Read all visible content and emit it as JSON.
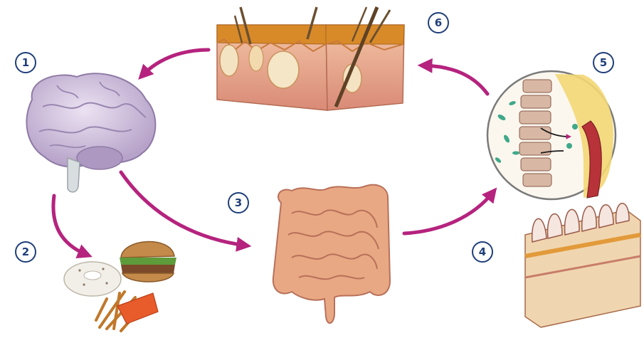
{
  "steps": [
    {
      "number": "1",
      "subject": "brain"
    },
    {
      "number": "2",
      "subject": "junk-food"
    },
    {
      "number": "3",
      "subject": "intestines"
    },
    {
      "number": "4",
      "subject": "intestinal-villi"
    },
    {
      "number": "5",
      "subject": "gut-barrier-magnified"
    },
    {
      "number": "6",
      "subject": "skin-cross-section"
    }
  ],
  "colors": {
    "arrow": "#b5237e",
    "badge_border": "#1f3f7a",
    "badge_text": "#1f3f7a",
    "brain": "#c9b9d6",
    "intestine": "#e8a883",
    "skin": "#eab08f",
    "skin_top": "#d98a28"
  }
}
